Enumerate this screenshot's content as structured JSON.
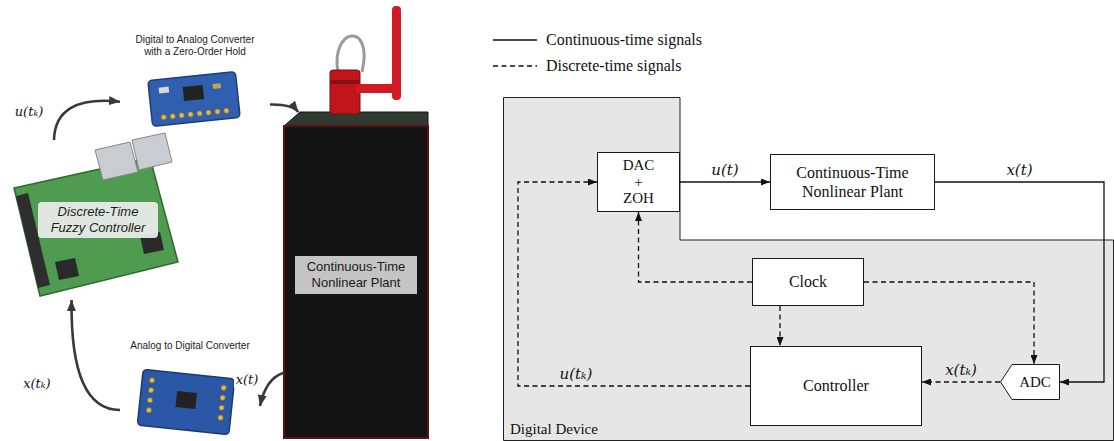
{
  "diagram": {
    "nodes": [
      {
        "text": [
          "Digital to Analog Converter with a Zero-Order Hold"
        ]
      },
      {
        "text": [
          "Discrete-Time Fuzzy Controller"
        ]
      },
      {
        "text": [
          "Continuous-Time Nonlinear Plant"
        ]
      },
      {
        "text": [
          "Analog to Digital Converter"
        ]
      },
      {
        "text": [
          "Digital Device"
        ]
      },
      {
        "text": [
          "DAC + ZOH"
        ],
        "in": 4
      },
      {
        "text": [
          "Continuous-Time Nonlinear Plant"
        ]
      },
      {
        "text": [
          "Clock"
        ],
        "in": 4
      },
      {
        "text": [
          "Controller"
        ],
        "in": 4
      },
      {
        "text": [
          "ADC"
        ],
        "in": 4
      }
    ],
    "edges": [
      {
        "from": 1,
        "to": 0,
        "arrow": "to",
        "label": "u(tₖ)"
      },
      {
        "from": 0,
        "to": 2,
        "arrow": "to"
      },
      {
        "from": 2,
        "to": 3,
        "arrow": "to",
        "label": "x(t)"
      },
      {
        "from": 3,
        "to": 1,
        "arrow": "to",
        "label": "x(tₖ)"
      },
      {
        "from": 5,
        "to": 6,
        "arrow": "to",
        "label": "u(t)"
      },
      {
        "from": 6,
        "to": 9,
        "arrow": "to",
        "label": "x(t)"
      },
      {
        "from": 9,
        "to": 8,
        "arrow": "to",
        "label": "x(tₖ)"
      },
      {
        "from": 8,
        "to": 5,
        "arrow": "to",
        "label": "u(tₖ)"
      },
      {
        "from": 7,
        "to": 5,
        "arrow": "to"
      },
      {
        "from": 7,
        "to": 8,
        "arrow": "to"
      },
      {
        "from": 7,
        "to": 9,
        "arrow": "to"
      }
    ],
    "legend": [
      {
        "text": "Continuous-time signals"
      },
      {
        "text": "Discrete-time signals"
      }
    ]
  }
}
